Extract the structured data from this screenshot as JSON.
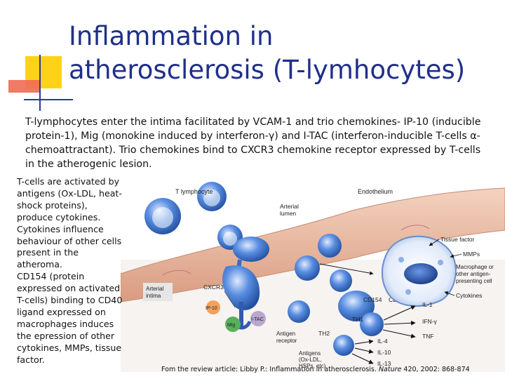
{
  "title": {
    "line1": "Inflammation in",
    "line2": "atherosclerosis (T-lymhocytes)"
  },
  "intro_lines": [
    "T-lymphocytes enter the intima facilitated by VCAM-1 and trio chemokines- IP-10 (inducible",
    "protein-1), Mig (monokine induced by interferon-γ) and I-TAC (interferon-inducible T-cells α-",
    "chemoattractant). Trio chemokines bind to CXCR3 chemokine receptor expressed by T-cells",
    "in the atherogenic lesion."
  ],
  "side_lines": [
    "T-cells are activated by",
    "antigens (Ox-LDL, heat-",
    "shock proteins),",
    "produce cytokines.",
    "Cytokines influence",
    "behaviour of other cells",
    "present in  the",
    "atheroma.",
    "CD154 (protein",
    "expressed on activated",
    "T-cells) binding to CD40",
    "ligand expressed on",
    "macrophages induces",
    "the epression of other",
    "cytokines, MMPs, tissue",
    "factor."
  ],
  "diagram": {
    "t_lymphocyte": "T lymphocyte",
    "endothelium": "Endothelium",
    "arterial_lumen": [
      "Arterial",
      "lumen"
    ],
    "tissue_factor": "Tissue factor",
    "mmps": "MMPs",
    "macrophage": [
      "Macrophage or",
      "other antigen-",
      "presenting cell"
    ],
    "cytokines": "Cytokines",
    "arterial_intima": [
      "Arterial",
      "intima"
    ],
    "cxcr3": "CXCR3",
    "ip10": "IP-10",
    "mig": "Mig",
    "itac": "I-TAC",
    "cd154": "CD154",
    "cd40": "CD40",
    "th1": "TH1",
    "th2": "TH2",
    "il1": "IL-1",
    "ifn": "IFN-γ",
    "tnf": "TNF",
    "antigen_receptor": [
      "Antigen",
      "receptor"
    ],
    "antigens": [
      "Antigens",
      "(Ox-LDL,",
      "HSPs, etc)"
    ],
    "il4": "IL-4",
    "il10": "IL-10",
    "il13": "IL-13"
  },
  "credit": {
    "prefix": "Fom the review article: Libby P.: Inflammation in atherosclerosis. ",
    "journal": "Nature",
    "suffix": " 420, 2002: 868-874"
  },
  "colors": {
    "title": "#1f2f8a",
    "deco_yellow": "#ffd21a",
    "deco_red": "#e8362a",
    "deco_blue": "#2a3a9a",
    "cell_blue": "#3b6ec4",
    "endothelium": "#e7b9a2"
  }
}
